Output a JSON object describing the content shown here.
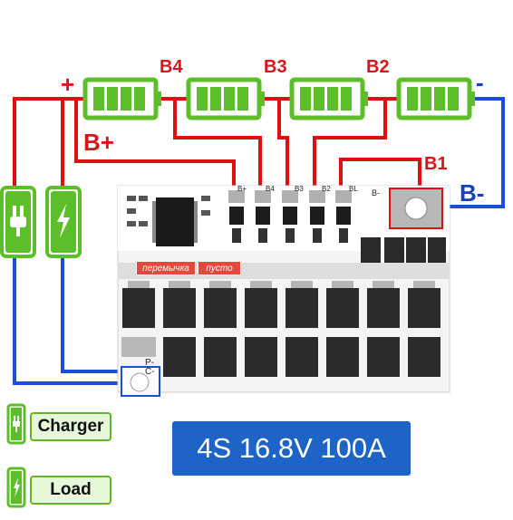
{
  "labels": {
    "plus": "+",
    "minus": "-",
    "b4": "B4",
    "b3": "B3",
    "b2": "B2",
    "b1": "B1",
    "b_plus": "B+",
    "b_minus": "B-"
  },
  "board": {
    "pad_labels": [
      "B+",
      "B4",
      "B3",
      "B2",
      "BL"
    ],
    "b_minus_pad": "B-",
    "jumper_label": "перемычка",
    "empty_label": "пусто",
    "p_minus": "P-",
    "c_minus": "C-"
  },
  "legend": {
    "charger": "Charger",
    "load": "Load"
  },
  "spec": {
    "text": "4S 16.8V 100A"
  },
  "colors": {
    "positive_wire": "#e01010",
    "negative_wire": "#1c4fd8",
    "battery_green": "#5cbf2a",
    "spec_background": "#1e63c6"
  }
}
